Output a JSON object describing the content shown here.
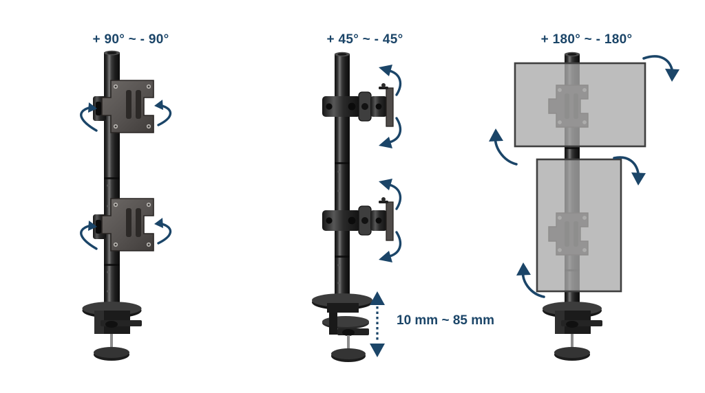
{
  "document": {
    "kind": "product-specification-diagram",
    "subject": "dual monitor desk mount adjustment ranges",
    "background_color": "#ffffff"
  },
  "theme": {
    "label_color": "#1b4568",
    "arrow_color": "#1b4568",
    "monitor_fill": "#ababab",
    "monitor_stroke": "#3f3f3f",
    "pole_dark": "#1a1a1a",
    "pole_mid": "#3a3a3a",
    "pole_highlight": "#6e6e6e",
    "vesa_plate_fill": "#5e5a59",
    "vesa_plate_stroke": "#2b2826"
  },
  "panels": [
    {
      "id": "swivel",
      "name": "swivel-panel",
      "caption": "+ 90° ~ - 90°",
      "motion": "swivel",
      "arrow_count": 4,
      "mount_points": 2,
      "shows_monitors": false
    },
    {
      "id": "tilt",
      "name": "tilt-panel",
      "caption": "+ 45° ~ - 45°",
      "motion": "tilt",
      "arrow_count": 4,
      "mount_points": 2,
      "shows_monitors": false
    },
    {
      "id": "rotate",
      "name": "rotation-panel",
      "caption": "+ 180° ~ - 180°",
      "motion": "rotation",
      "arrow_count": 4,
      "mount_points": 2,
      "shows_monitors": true,
      "monitors": [
        {
          "orientation": "landscape",
          "position": "upper"
        },
        {
          "orientation": "portrait",
          "position": "lower"
        }
      ]
    }
  ],
  "height_adjustment": {
    "label": "10 mm ~ 85 mm",
    "min": "10 mm",
    "max": "85 mm",
    "indicator": "double-headed-vertical-arrow"
  }
}
